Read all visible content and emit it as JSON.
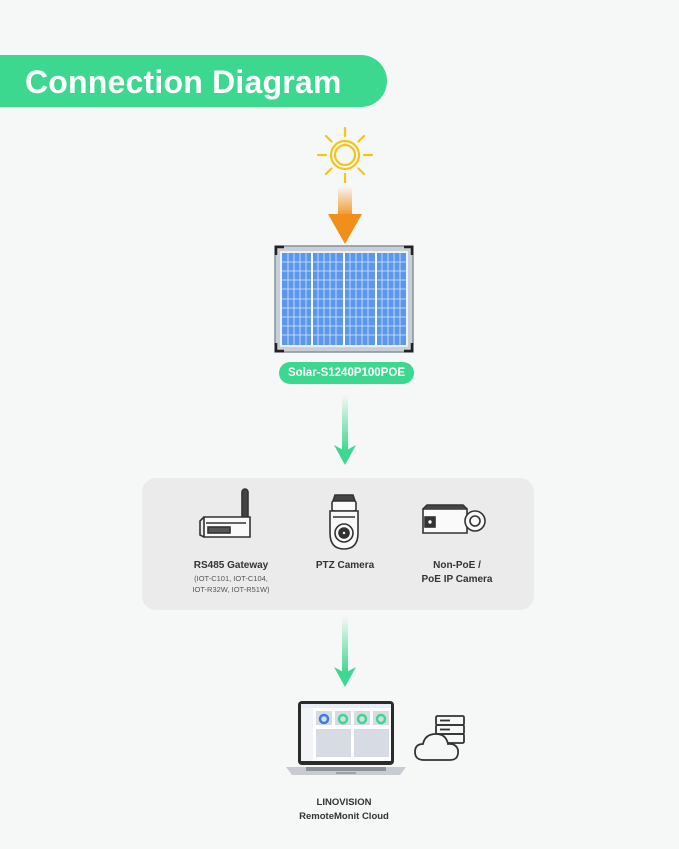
{
  "title": "Connection Diagram",
  "solar": {
    "label": "Solar-S1240P100POE"
  },
  "devices": [
    {
      "name": "RS485 Gateway",
      "sub1": "(IOT-C101, IOT-C104,",
      "sub2": "IOT-R32W, IOT-R51W)",
      "icon": "gateway-icon"
    },
    {
      "name": "PTZ Camera",
      "icon": "ptz-camera-icon"
    },
    {
      "name1": "Non-PoE /",
      "name2": "PoE IP Camera",
      "icon": "bullet-camera-icon"
    }
  ],
  "cloud": {
    "line1": "LINOVISION",
    "line2": "RemoteMonit Cloud",
    "icons": [
      "laptop-icon",
      "cloud-server-icon"
    ]
  },
  "colors": {
    "accent": "#3dd890",
    "sun": "#f5c518",
    "sun_arrow": "#f0901a",
    "panel": "#3d7fe0",
    "box": "#ebebeb"
  }
}
